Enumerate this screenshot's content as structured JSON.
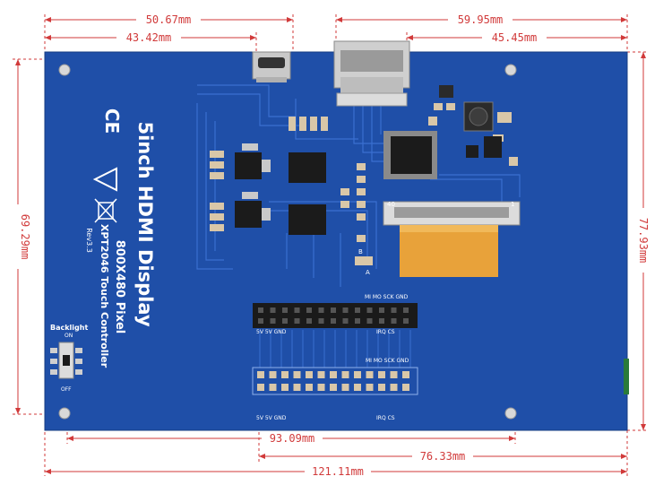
{
  "dimensions": {
    "top1": "50.67mm",
    "top2": "43.42mm",
    "top3": "59.95mm",
    "top4": "45.45mm",
    "left_height": "69.29mm",
    "right_height": "77.93mm",
    "bottom1": "93.09mm",
    "bottom2": "76.33mm",
    "bottom3": "121.11mm"
  },
  "board": {
    "title": "5inch HDMI Display",
    "resolution": "800X480 Pixel",
    "controller": "XPT2046 Touch Controller",
    "revision": "Rev3.3",
    "backlight_label": "Backlight",
    "switch_on": "ON",
    "switch_off": "OFF",
    "header_top_labels": "MI MO SCK GND",
    "header_bottom_left": "5V  5V GND",
    "header_bottom_right": "IRQ      CS",
    "header2_top_labels": "MI  MO SCK GND",
    "header2_bottom_left": "5V  5V GND",
    "header2_bottom_right": "IRQ      CS",
    "fpc_pin_left": "40",
    "fpc_pin_right": "1",
    "jumper_b": "B",
    "jumper_a": "A"
  },
  "colors": {
    "pcb": "#1f4fa8",
    "dimension": "#d13a3a",
    "fpc": "#e8a23a"
  }
}
